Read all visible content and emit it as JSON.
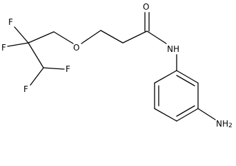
{
  "diagram": {
    "type": "chemical-structure",
    "atom_labels": {
      "carbonyl_oxygen": "O",
      "ether_oxygen": "O",
      "amide_nitrogen": "NH",
      "amine": "NH",
      "amine_subscript": "2",
      "fluorine_1": "F",
      "fluorine_2": "F",
      "fluorine_3": "F",
      "fluorine_4": "F"
    }
  }
}
